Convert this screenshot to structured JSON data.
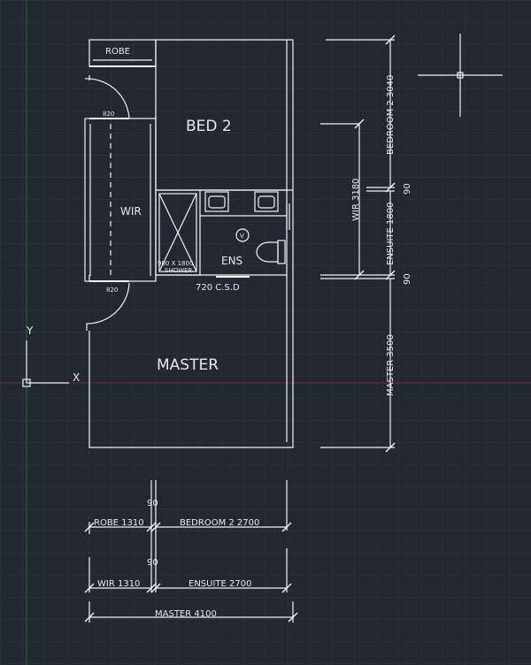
{
  "colors": {
    "background": "#212830",
    "grid": "#2e3744",
    "lines": "#f2f2f2",
    "x_axis": "#7a2a2a",
    "y_axis": "#1f6b2a"
  },
  "rooms": {
    "robe": "ROBE",
    "bed2": "BED 2",
    "wir": "WIR",
    "ensuite": "ENS",
    "master": "MASTER",
    "shower_line1": "900 X 1800",
    "shower_line2": "SHOWER",
    "valve_symbol": "V"
  },
  "door_labels": {
    "wir_top": "820",
    "wir_bottom": "820",
    "ensuite_csd": "720  C.S.D"
  },
  "dims_right": {
    "bedroom2": "BEDROOM 2 3040",
    "wir": "WIR 3180",
    "gap_upper": "90",
    "ensuite": "ENSUITE 1800",
    "gap_lower": "90",
    "master": "MASTER 3500"
  },
  "dims_bottom": {
    "gap_upper": "90",
    "robe": "ROBE 1310",
    "bedroom2": "BEDROOM 2 2700",
    "gap_lower": "90",
    "wir": "WIR 1310",
    "ensuite": "ENSUITE 2700",
    "master": "MASTER 4100"
  },
  "ucs": {
    "x": "X",
    "y": "Y"
  }
}
